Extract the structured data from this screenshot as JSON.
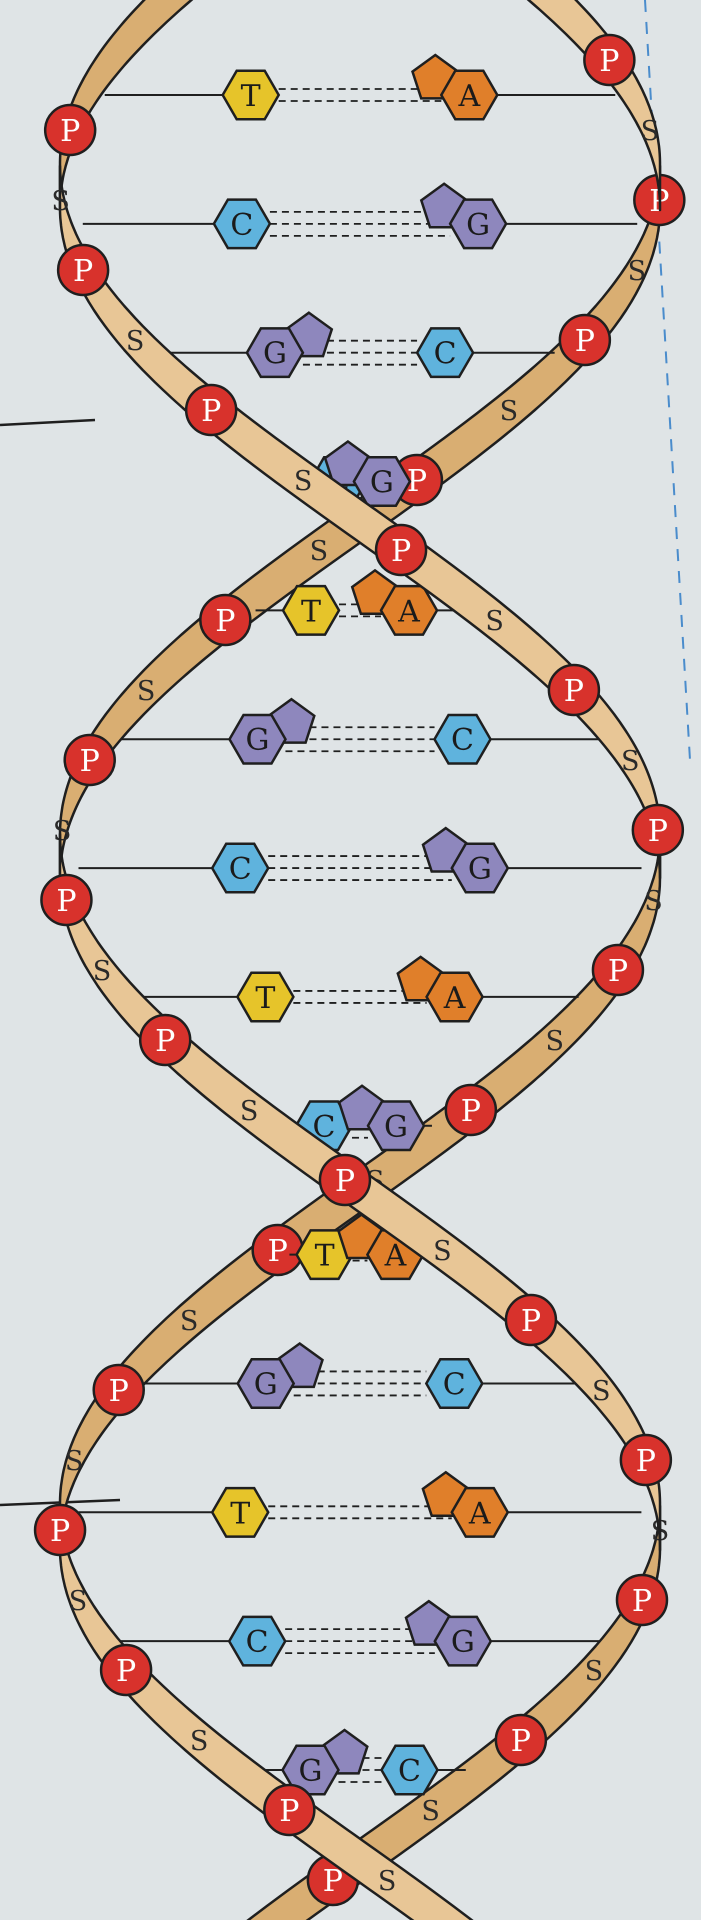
{
  "labels": {
    "phosphate": "P",
    "sugar": "S",
    "thymine": "T",
    "adenine": "A",
    "cytosine": "C",
    "guanine": "G"
  },
  "colors": {
    "background": "#dfe4e6",
    "backbone": "#e8c696",
    "backbone_shadow": "#d9ae72",
    "outline": "#1f1f1f",
    "phosphate": "#d8322c",
    "thymine": "#e6c42a",
    "adenine": "#e07f2a",
    "cytosine": "#5fb3dd",
    "guanine": "#8e87bd",
    "guide_line": "#4a8ccc"
  },
  "base_pairs": [
    {
      "left": "T",
      "right": "A"
    },
    {
      "left": "C",
      "right": "G"
    },
    {
      "left": "G",
      "right": "C"
    },
    {
      "left": "C",
      "right": "G"
    },
    {
      "left": "T",
      "right": "A"
    },
    {
      "left": "G",
      "right": "C"
    },
    {
      "left": "C",
      "right": "G"
    },
    {
      "left": "T",
      "right": "A"
    },
    {
      "left": "C",
      "right": "G"
    },
    {
      "left": "T",
      "right": "A"
    },
    {
      "left": "G",
      "right": "C"
    },
    {
      "left": "T",
      "right": "A"
    },
    {
      "left": "C",
      "right": "G"
    },
    {
      "left": "G",
      "right": "C"
    }
  ]
}
